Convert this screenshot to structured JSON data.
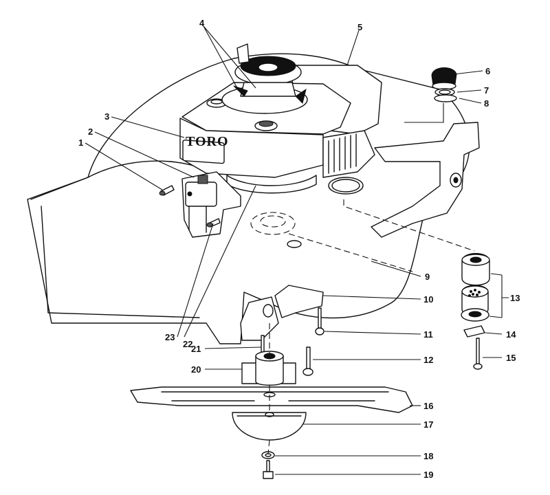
{
  "brand": {
    "logo_text": "TORO"
  },
  "callouts": [
    {
      "id": "1",
      "label": "1"
    },
    {
      "id": "2",
      "label": "2"
    },
    {
      "id": "3",
      "label": "3"
    },
    {
      "id": "4",
      "label": "4"
    },
    {
      "id": "5",
      "label": "5"
    },
    {
      "id": "6",
      "label": "6"
    },
    {
      "id": "7",
      "label": "7"
    },
    {
      "id": "8",
      "label": "8"
    },
    {
      "id": "9",
      "label": "9"
    },
    {
      "id": "10",
      "label": "10"
    },
    {
      "id": "11",
      "label": "11"
    },
    {
      "id": "12",
      "label": "12"
    },
    {
      "id": "13",
      "label": "13"
    },
    {
      "id": "14",
      "label": "14"
    },
    {
      "id": "15",
      "label": "15"
    },
    {
      "id": "16",
      "label": "16"
    },
    {
      "id": "17",
      "label": "17"
    },
    {
      "id": "18",
      "label": "18"
    },
    {
      "id": "19",
      "label": "19"
    },
    {
      "id": "20",
      "label": "20"
    },
    {
      "id": "21",
      "label": "21"
    },
    {
      "id": "22",
      "label": "22"
    },
    {
      "id": "23",
      "label": "23"
    }
  ]
}
